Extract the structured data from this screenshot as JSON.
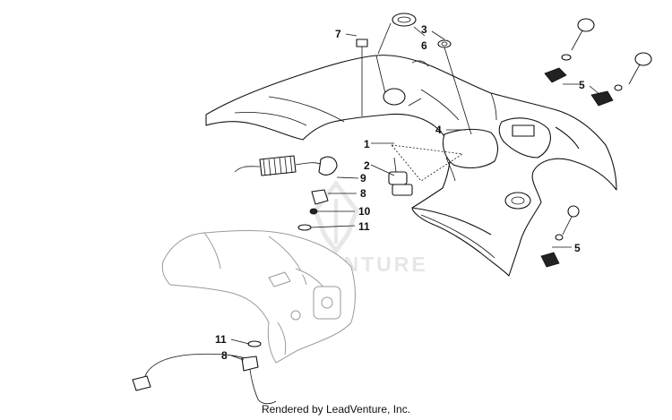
{
  "watermark": {
    "text": "LEADVENTURE"
  },
  "credit": {
    "text": "Rendered by LeadVenture, Inc."
  },
  "callouts": [
    "7",
    "3",
    "6",
    "5",
    "1",
    "4",
    "2",
    "9",
    "8",
    "10",
    "11",
    "5",
    "11",
    "8"
  ]
}
